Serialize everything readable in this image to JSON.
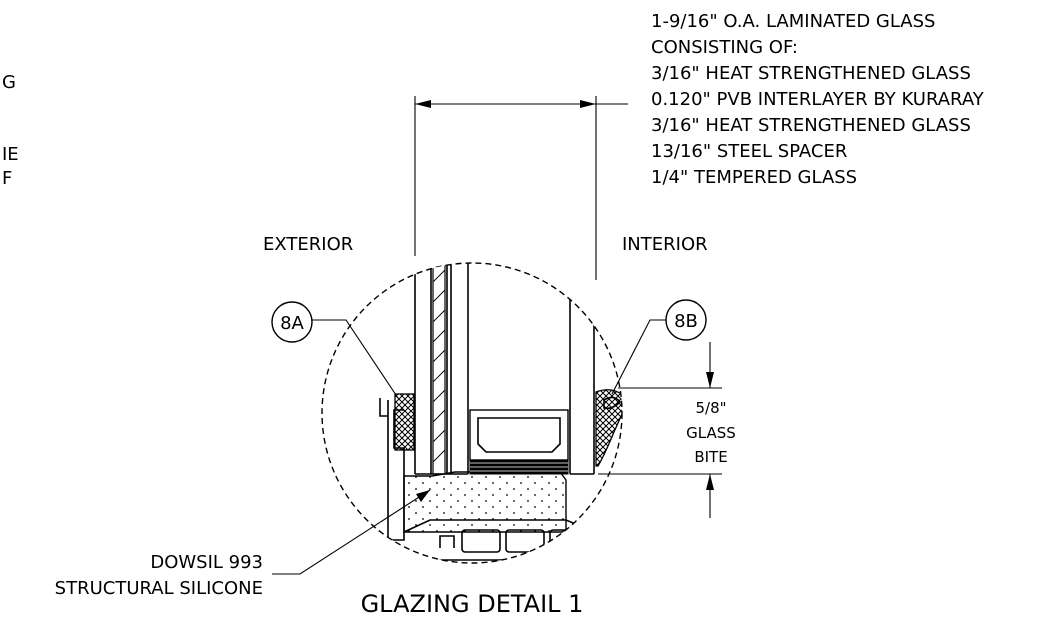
{
  "partial_left_notes": [
    "G",
    "IE",
    "F"
  ],
  "glass_spec": {
    "title": "1-9/16\" O.A. LAMINATED GLASS",
    "lines": [
      "CONSISTING OF:",
      "3/16\" HEAT STRENGTHENED GLASS",
      "0.120\" PVB INTERLAYER BY  KURARAY",
      "3/16\" HEAT STRENGTHENED GLASS",
      "13/16\" STEEL SPACER",
      "1/4\" TEMPERED GLASS"
    ]
  },
  "labels": {
    "exterior": "EXTERIOR",
    "interior": "INTERIOR",
    "callout_left": "8A",
    "callout_right": "8B",
    "bite_lines": [
      "5/8\"",
      "GLASS",
      "BITE"
    ],
    "silicone_lines": [
      "DOWSIL 993",
      "STRUCTURAL SILICONE"
    ],
    "title": "GLAZING DETAIL 1"
  }
}
